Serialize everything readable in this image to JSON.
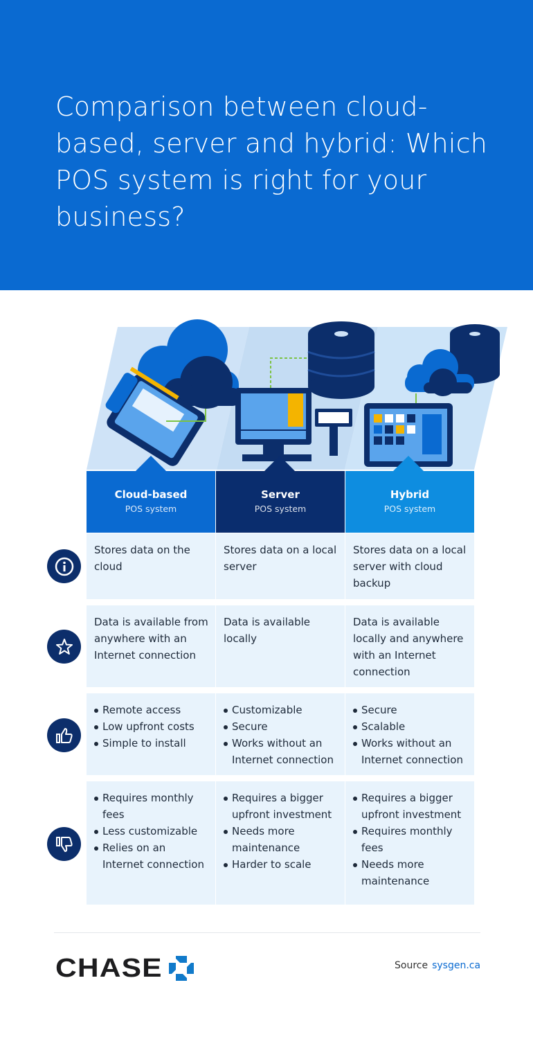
{
  "header": {
    "title": "Comparison between cloud-based, server and hybrid: Which POS system is right for your business?"
  },
  "columns": [
    {
      "name": "Cloud-based",
      "subtitle": "POS system",
      "color": "#0a6ad1"
    },
    {
      "name": "Server",
      "subtitle": "POS system",
      "color": "#0a2d6e"
    },
    {
      "name": "Hybrid",
      "subtitle": "POS system",
      "color": "#0e8de0"
    }
  ],
  "rows": [
    {
      "icon": "info-icon",
      "cells": [
        "Stores data on the cloud",
        "Stores data on a local server",
        "Stores data on a local server with cloud backup"
      ]
    },
    {
      "icon": "star-icon",
      "cells": [
        "Data is available from anywhere with an Internet connection",
        "Data is available locally",
        "Data is available locally and anywhere with an Internet connection"
      ]
    },
    {
      "icon": "thumbs-up-icon",
      "cells": [
        [
          "Remote access",
          "Low upfront costs",
          "Simple to install"
        ],
        [
          "Customizable",
          "Secure",
          "Works without an Internet connection"
        ],
        [
          "Secure",
          "Scalable",
          "Works without an Internet connection"
        ]
      ]
    },
    {
      "icon": "thumbs-down-icon",
      "cells": [
        [
          "Requires monthly fees",
          "Less customizable",
          "Relies on an Internet connection"
        ],
        [
          "Requires a bigger upfront investment",
          "Needs more maintenance",
          "Harder to scale"
        ],
        [
          "Requires a bigger upfront investment",
          "Requires monthly fees",
          "Needs more maintenance"
        ]
      ]
    }
  ],
  "footer": {
    "logo_text": "CHASE",
    "source_label": "Source",
    "source_link": "sysgen.ca"
  },
  "colors": {
    "brand_blue": "#0a6ad1",
    "navy": "#0a2d6e",
    "sky": "#0e8de0",
    "cell_bg": "#e8f3fc"
  }
}
